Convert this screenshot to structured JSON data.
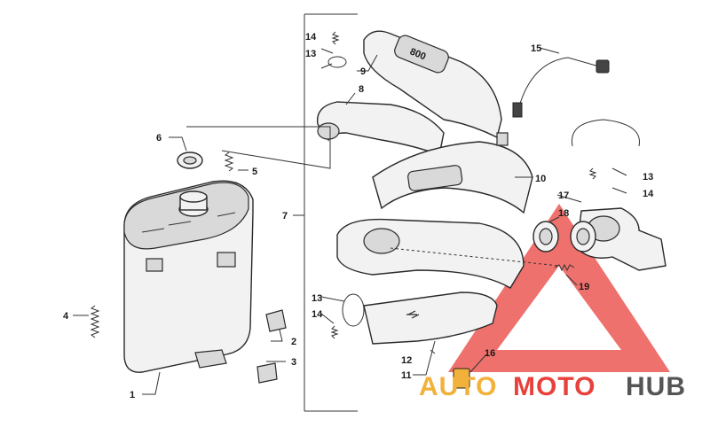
{
  "callouts": [
    {
      "id": "1",
      "label": "1"
    },
    {
      "id": "2",
      "label": "2"
    },
    {
      "id": "3",
      "label": "3"
    },
    {
      "id": "4",
      "label": "4"
    },
    {
      "id": "5",
      "label": "5"
    },
    {
      "id": "6",
      "label": "6"
    },
    {
      "id": "7",
      "label": "7"
    },
    {
      "id": "8",
      "label": "8"
    },
    {
      "id": "9",
      "label": "9"
    },
    {
      "id": "10",
      "label": "10"
    },
    {
      "id": "11",
      "label": "11"
    },
    {
      "id": "12",
      "label": "12"
    },
    {
      "id": "13a",
      "label": "13"
    },
    {
      "id": "14a",
      "label": "14"
    },
    {
      "id": "13b",
      "label": "13"
    },
    {
      "id": "14b",
      "label": "14"
    },
    {
      "id": "13c",
      "label": "13"
    },
    {
      "id": "14c",
      "label": "14"
    },
    {
      "id": "15",
      "label": "15"
    },
    {
      "id": "16",
      "label": "16"
    },
    {
      "id": "17",
      "label": "17"
    },
    {
      "id": "18",
      "label": "18"
    },
    {
      "id": "19",
      "label": "19"
    }
  ],
  "parts_text": {
    "shroud_text": "800"
  },
  "watermark": {
    "part1": "AUTO",
    "part2": "MOTO",
    "part3": "HUB",
    "colors": {
      "part1": "#f2b13a",
      "part2": "#e8413c",
      "part3": "#555555",
      "triangle": "#e8413c"
    }
  }
}
